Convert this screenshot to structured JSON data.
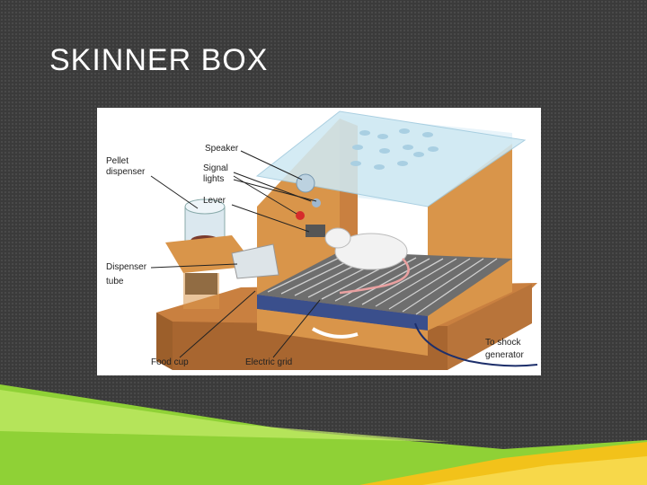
{
  "slide": {
    "title": "SKINNER BOX"
  },
  "diagram": {
    "labels": {
      "speaker": "Speaker",
      "signal_lights_1": "Signal",
      "signal_lights_2": "lights",
      "lever": "Lever",
      "pellet_dispenser_1": "Pellet",
      "pellet_dispenser_2": "dispenser",
      "dispenser_tube_1": "Dispenser",
      "dispenser_tube_2": "tube",
      "food_cup": "Food cup",
      "electric_grid": "Electric grid",
      "shock_1": "To shock",
      "shock_2": "generator"
    }
  },
  "colors": {
    "background": "#3b3b3b",
    "wood": "#d9954a",
    "wood_dark": "#b8743a",
    "glass": "#cfe9f3",
    "accent_green": "#8fd136",
    "accent_yellow": "#f2c21a"
  }
}
